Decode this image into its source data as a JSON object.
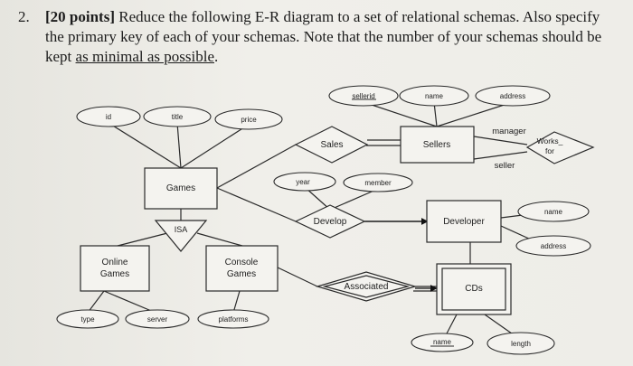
{
  "question": {
    "number": "2.",
    "points": "[20 points]",
    "text_before": " Reduce the following E-R diagram to a set of relational schemas. Also specify the primary key of each of your schemas. Note that the number of your schemas should be kept ",
    "underlined": "as minimal as possible",
    "text_after": "."
  },
  "diagram": {
    "entities": {
      "games": "Games",
      "online_games": "Online\nGames",
      "console_games": "Console\nGames",
      "sellers": "Sellers",
      "developer": "Developer",
      "cds": "CDs"
    },
    "relationships": {
      "sales": "Sales",
      "develop": "Develop",
      "associated": "Associated",
      "works_for": "Works_\nfor",
      "isa": "ISA"
    },
    "attributes": {
      "id": "id",
      "title": "title",
      "price": "price",
      "type": "type",
      "server": "server",
      "platforms": "platforms",
      "sellerid": "sellerid",
      "seller_name": "name",
      "address": "address",
      "year": "year",
      "member": "member",
      "developer_name": "name",
      "developer_address": "address",
      "cd_name": "name",
      "length": "length"
    },
    "roles": {
      "manager": "manager",
      "seller": "seller"
    }
  }
}
